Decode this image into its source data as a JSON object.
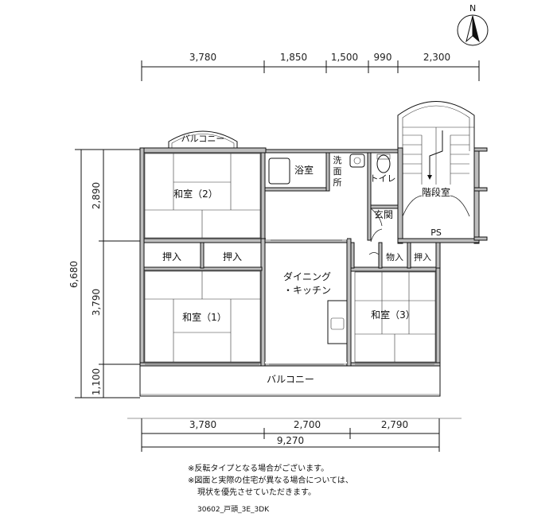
{
  "north_label": "N",
  "dimensions": {
    "top": [
      "3,780",
      "1,850",
      "1,500",
      "990",
      "2,300"
    ],
    "bottom": [
      "3,780",
      "2,700",
      "2,790"
    ],
    "total_width": "9,270",
    "left_outer": "6,680",
    "left_inner": [
      "2,890",
      "3,790",
      "1,100"
    ]
  },
  "rooms": {
    "balcony_top": "バルコニー",
    "washitsu_2": "和室（2）",
    "bath": "浴室",
    "washroom": "洗面所",
    "toilet": "トイレ",
    "stairwell": "階段室",
    "entrance": "玄関",
    "ps": "PS",
    "closet_left_a": "押入",
    "closet_left_b": "押入",
    "storage": "物入",
    "closet_right": "押入",
    "dining_line1": "ダイニング",
    "dining_line2": "・キッチン",
    "washitsu_1": "和室（1）",
    "washitsu_3": "和室（3）",
    "balcony_bottom": "バルコニー"
  },
  "notes": [
    "※反転タイプとなる場合がございます。",
    "※図面と実際の住宅が異なる場合については、",
    "現状を優先させていただきます。"
  ],
  "code": "30602_戸頭_3E_3DK"
}
